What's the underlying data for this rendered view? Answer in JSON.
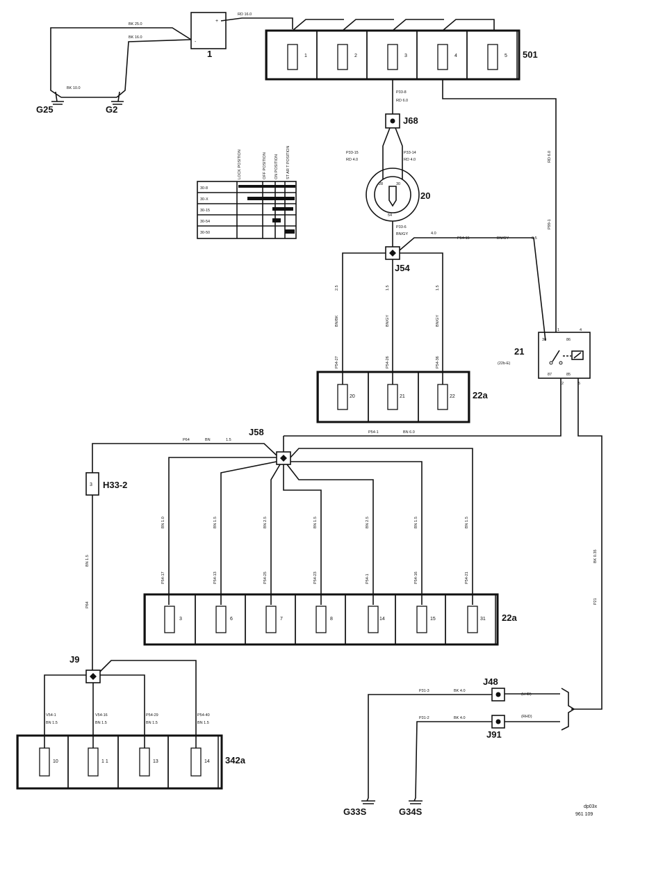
{
  "labels": {
    "battery": "1",
    "fusebox_501": "501",
    "fusebox_22a_top": "22a",
    "fusebox_22a_bottom": "22a",
    "fusebox_342a": "342a",
    "ignition_switch": "20",
    "relay": "21",
    "relay_note": "(22b-E)",
    "j68": "J68",
    "j54": "J54",
    "j58": "J58",
    "j9": "J9",
    "j48": "J48",
    "j91": "J91",
    "h33": "H33-2",
    "h33_pin": "3",
    "g25": "G25",
    "g2": "G2",
    "g33s": "G33S",
    "g34s": "G34S",
    "lhd": "(LHD)",
    "rhd": "(RHD)",
    "ref1": "dp03x",
    "ref2": "961  109",
    "plus": "+",
    "minus": "-"
  },
  "fuses_501": [
    "1",
    "2",
    "3",
    "4",
    "5"
  ],
  "fuses_22a_top": [
    "20",
    "21",
    "22"
  ],
  "fuses_22a_bottom": [
    "3",
    "6",
    "7",
    "8",
    "14",
    "15",
    "31"
  ],
  "fuses_342a": [
    "10",
    "1 1",
    "13",
    "14"
  ],
  "switch_table": {
    "headers": [
      "LOCK POSITION",
      "OFF POSITION",
      "ON POSITION",
      "ST  AR  T  POSITION"
    ],
    "rows": [
      "30-8",
      "30-X",
      "30-15",
      "30-54",
      "30-50"
    ]
  },
  "switch_pins": {
    "p28": "28",
    "p30": "30",
    "p54": "54"
  },
  "relay_pins": {
    "p30": "30",
    "p86": "86",
    "p87": "87",
    "p85": "85",
    "n1": "1",
    "n4": "4",
    "n2": "2",
    "n5": "5"
  },
  "wires": {
    "bk25": "BK      25.0",
    "bk16": "BK      16.0",
    "rd16": "RD      16.0",
    "bk10": "BK      10.0",
    "p33_8": "P33-8",
    "rd60": "RD      6.0",
    "p33_15": "P33-15",
    "rd40a": "RD      4.0",
    "p33_14": "P33-14",
    "rd40b": "RD      4.0",
    "p33_6": "P33-6",
    "bngy": "BN/GY",
    "bngy_40": "4.0",
    "p54_15": "P54-15",
    "bngy_b": "BN/GY",
    "bngy_05": "0.5",
    "relay_rd": "RD  6.0",
    "p99_1": "P99-1",
    "v22_25": "2.5",
    "v22_bnbk": "BN/BK",
    "v22_p27": "P54-27",
    "v21_15": "1.5",
    "v21_bngy": "BN/GY",
    "v21_p26": "P54-26",
    "v22b_15": "1.5",
    "v22b_bngy": "BN/GY",
    "v22b_p36": "P54-36",
    "p64": "P64",
    "bn": "BN",
    "bn15": "1.5",
    "p54_1": "P54-1",
    "bn60": "BN      6.0",
    "b3": "BN  1.0",
    "b3p": "P54-17",
    "b6": "BN  1.5",
    "b6p": "P54-13",
    "b7": "BN  2.5",
    "b7p": "P54-25",
    "b8": "BN  1.5",
    "b8p": "P54-23",
    "b14": "BN  2.5",
    "b14p": "P54-1",
    "b15": "BN  1.5",
    "b15p": "P54-16",
    "b31": "BN  1.5",
    "b31p": "P54-21",
    "h33_bn": "BN  1.5",
    "h33_p64": "P64",
    "relay_bk": "BK      0.35",
    "p21": "P21",
    "j9_1": "V54-1",
    "j9_1b": "BN     1.5",
    "j9_2": "V54-16",
    "j9_2b": "BN     1.5",
    "j9_3": "P54-29",
    "j9_3b": "BN     1.5",
    "j9_4": "P54-40",
    "j9_4b": "BN     1.5",
    "p31_3": "P31-3",
    "p31_3b": "BK      4.0",
    "p31_2": "P31-2",
    "p31_2b": "BK      4.0"
  }
}
